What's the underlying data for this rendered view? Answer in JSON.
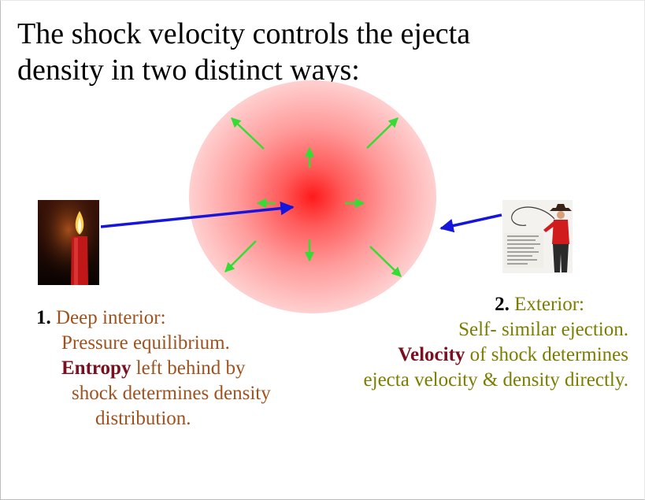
{
  "slide": {
    "title_line1": "The shock velocity controls the ejecta",
    "title_line2": "density in two distinct ways:"
  },
  "left": {
    "number": "1.",
    "heading": "Deep interior:",
    "line2": "Pressure equilibrium.",
    "keyword": "Entropy",
    "line3_rest": " left behind by",
    "line4": "shock determines density",
    "line5": "distribution."
  },
  "right": {
    "number": "2.",
    "heading": "Exterior:",
    "line2": "Self- similar ejection.",
    "keyword": "Velocity",
    "line3_rest": " of shock determines",
    "line4": "ejecta velocity & density directly."
  },
  "colors": {
    "interior_text": "#a0521e",
    "exterior_text": "#7b7d00",
    "keyword": "#7a0f1f",
    "outflow_arrows": "#33dd33",
    "pointer_arrows": "#1515dd",
    "shock_core": "#ff1a1a",
    "shock_edge": "#ffcfcf"
  },
  "icons": {
    "left_image": "candle-photo",
    "right_image": "cowboy-whip-photo"
  }
}
